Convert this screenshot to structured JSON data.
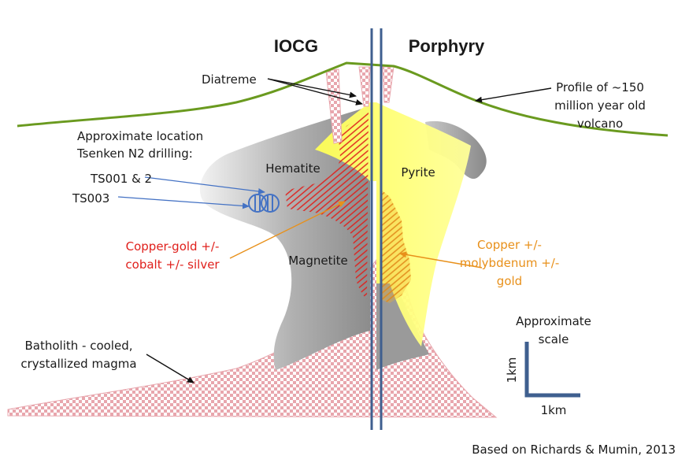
{
  "headings": {
    "left": "IOCG",
    "right": "Porphyry"
  },
  "labels": {
    "diatreme": "Diatreme",
    "volcano": [
      "Profile of ~150",
      "million year old",
      "volcano"
    ],
    "drilling": [
      "Approximate location",
      "Tsenken N2 drilling:"
    ],
    "ts001": "TS001 & 2",
    "ts003": "TS003",
    "hematite": "Hematite",
    "magnetite": "Magnetite",
    "pyrite": "Pyrite",
    "cu_au": [
      "Copper-gold +/-",
      "cobalt +/- silver"
    ],
    "cu_mo": [
      "Copper +/-",
      "molybdenum +/-",
      "gold"
    ],
    "batholith": [
      "Batholith - cooled,",
      "crystallized magma"
    ],
    "scale_title": [
      "Approximate",
      "scale"
    ],
    "scale_v": "1km",
    "scale_h": "1km",
    "source": "Based on Richards & Mumin, 2013"
  },
  "colors": {
    "volcano_profile": "#6a9a1f",
    "grey_zone": "#a6a6a6",
    "yellow_zone": "#ffff66",
    "checker": "#e8a6ad",
    "red_hatch": "#e0201c",
    "orange_hatch": "#e8901a",
    "drill_symbol": "#4472c4",
    "scale_bar": "#3f5f8f",
    "center_line": "#3f5f8f"
  }
}
